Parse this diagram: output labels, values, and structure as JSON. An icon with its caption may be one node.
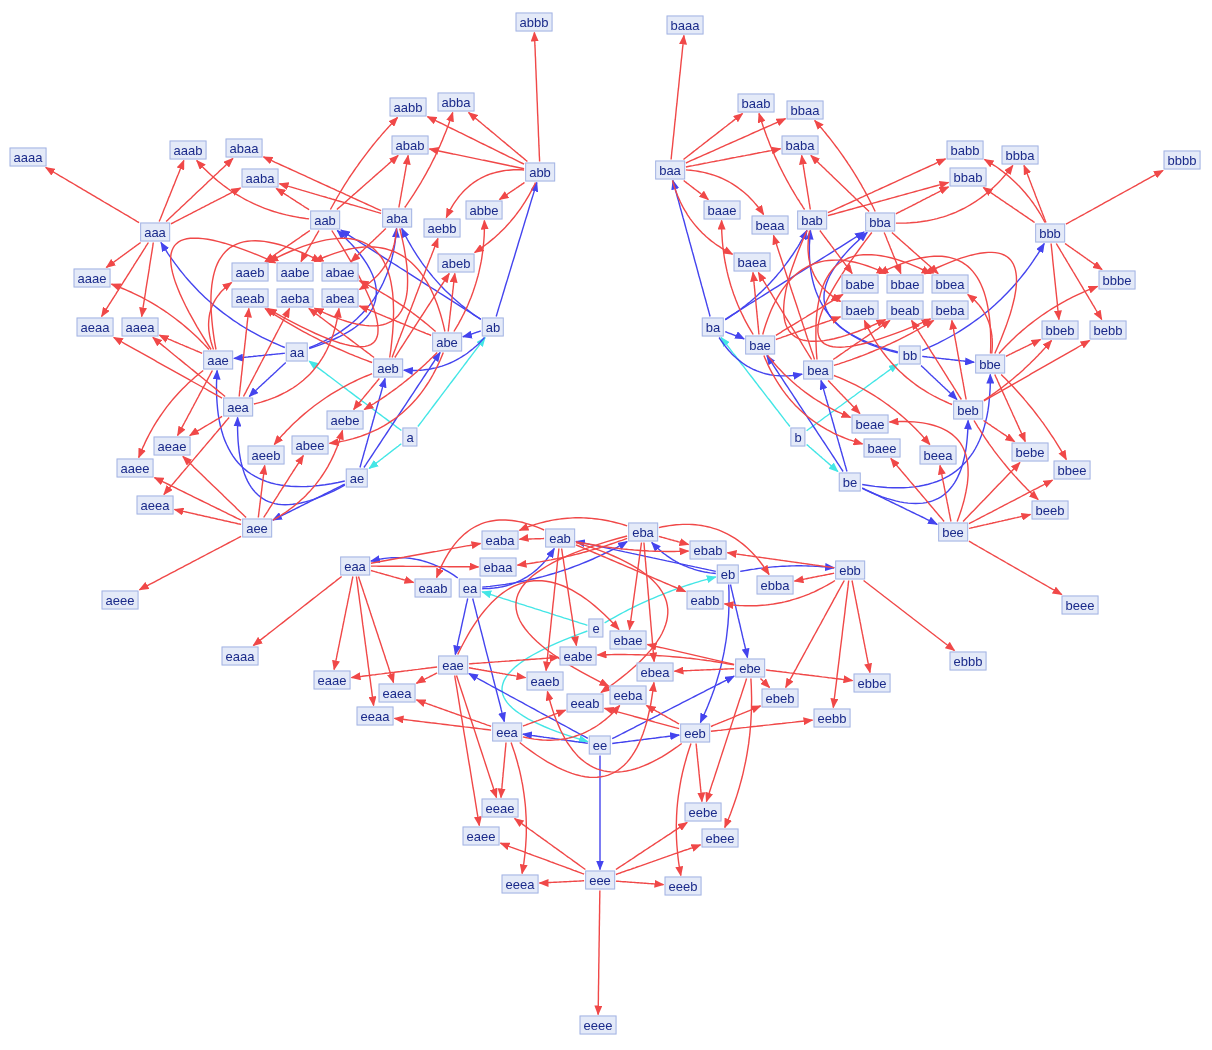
{
  "diagram": {
    "nodes": [
      {
        "text": [
          "a"
        ]
      },
      {
        "text": [
          "b"
        ]
      },
      {
        "text": [
          "e"
        ]
      },
      {
        "text": [
          "aa"
        ]
      },
      {
        "text": [
          "ab"
        ]
      },
      {
        "text": [
          "ae"
        ]
      },
      {
        "text": [
          "ba"
        ]
      },
      {
        "text": [
          "bb"
        ]
      },
      {
        "text": [
          "be"
        ]
      },
      {
        "text": [
          "ea"
        ]
      },
      {
        "text": [
          "eb"
        ]
      },
      {
        "text": [
          "ee"
        ]
      },
      {
        "text": [
          "aaa"
        ]
      },
      {
        "text": [
          "aab"
        ]
      },
      {
        "text": [
          "aae"
        ]
      },
      {
        "text": [
          "aba"
        ]
      },
      {
        "text": [
          "abb"
        ]
      },
      {
        "text": [
          "abe"
        ]
      },
      {
        "text": [
          "aea"
        ]
      },
      {
        "text": [
          "aeb"
        ]
      },
      {
        "text": [
          "aee"
        ]
      },
      {
        "text": [
          "baa"
        ]
      },
      {
        "text": [
          "bab"
        ]
      },
      {
        "text": [
          "bae"
        ]
      },
      {
        "text": [
          "bba"
        ]
      },
      {
        "text": [
          "bbb"
        ]
      },
      {
        "text": [
          "bbe"
        ]
      },
      {
        "text": [
          "bea"
        ]
      },
      {
        "text": [
          "beb"
        ]
      },
      {
        "text": [
          "bee"
        ]
      },
      {
        "text": [
          "eaa"
        ]
      },
      {
        "text": [
          "eab"
        ]
      },
      {
        "text": [
          "eae"
        ]
      },
      {
        "text": [
          "eba"
        ]
      },
      {
        "text": [
          "ebb"
        ]
      },
      {
        "text": [
          "ebe"
        ]
      },
      {
        "text": [
          "eea"
        ]
      },
      {
        "text": [
          "eeb"
        ]
      },
      {
        "text": [
          "eee"
        ]
      },
      {
        "text": [
          "aaaa"
        ]
      },
      {
        "text": [
          "aaab"
        ]
      },
      {
        "text": [
          "aaae"
        ]
      },
      {
        "text": [
          "aaba"
        ]
      },
      {
        "text": [
          "aabb"
        ]
      },
      {
        "text": [
          "aabe"
        ]
      },
      {
        "text": [
          "aaea"
        ]
      },
      {
        "text": [
          "aaeb"
        ]
      },
      {
        "text": [
          "aaee"
        ]
      },
      {
        "text": [
          "abaa"
        ]
      },
      {
        "text": [
          "abab"
        ]
      },
      {
        "text": [
          "abae"
        ]
      },
      {
        "text": [
          "abba"
        ]
      },
      {
        "text": [
          "abbb"
        ]
      },
      {
        "text": [
          "abbe"
        ]
      },
      {
        "text": [
          "abea"
        ]
      },
      {
        "text": [
          "abeb"
        ]
      },
      {
        "text": [
          "abee"
        ]
      },
      {
        "text": [
          "aeaa"
        ]
      },
      {
        "text": [
          "aeab"
        ]
      },
      {
        "text": [
          "aeae"
        ]
      },
      {
        "text": [
          "aeba"
        ]
      },
      {
        "text": [
          "aebb"
        ]
      },
      {
        "text": [
          "aebe"
        ]
      },
      {
        "text": [
          "aeea"
        ]
      },
      {
        "text": [
          "aeeb"
        ]
      },
      {
        "text": [
          "aeee"
        ]
      },
      {
        "text": [
          "baaa"
        ]
      },
      {
        "text": [
          "baab"
        ]
      },
      {
        "text": [
          "baae"
        ]
      },
      {
        "text": [
          "baba"
        ]
      },
      {
        "text": [
          "babb"
        ]
      },
      {
        "text": [
          "babe"
        ]
      },
      {
        "text": [
          "baea"
        ]
      },
      {
        "text": [
          "baeb"
        ]
      },
      {
        "text": [
          "baee"
        ]
      },
      {
        "text": [
          "bbaa"
        ]
      },
      {
        "text": [
          "bbab"
        ]
      },
      {
        "text": [
          "bbae"
        ]
      },
      {
        "text": [
          "bbba"
        ]
      },
      {
        "text": [
          "bbbb"
        ]
      },
      {
        "text": [
          "bbbe"
        ]
      },
      {
        "text": [
          "bbea"
        ]
      },
      {
        "text": [
          "bbeb"
        ]
      },
      {
        "text": [
          "bbee"
        ]
      },
      {
        "text": [
          "beaa"
        ]
      },
      {
        "text": [
          "beab"
        ]
      },
      {
        "text": [
          "beae"
        ]
      },
      {
        "text": [
          "beba"
        ]
      },
      {
        "text": [
          "bebb"
        ]
      },
      {
        "text": [
          "bebe"
        ]
      },
      {
        "text": [
          "beea"
        ]
      },
      {
        "text": [
          "beeb"
        ]
      },
      {
        "text": [
          "beee"
        ]
      },
      {
        "text": [
          "eaaa"
        ]
      },
      {
        "text": [
          "eaab"
        ]
      },
      {
        "text": [
          "eaae"
        ]
      },
      {
        "text": [
          "eaba"
        ]
      },
      {
        "text": [
          "eabb"
        ]
      },
      {
        "text": [
          "eabe"
        ]
      },
      {
        "text": [
          "eaea"
        ]
      },
      {
        "text": [
          "eaeb"
        ]
      },
      {
        "text": [
          "eaee"
        ]
      },
      {
        "text": [
          "ebaa"
        ]
      },
      {
        "text": [
          "ebab"
        ]
      },
      {
        "text": [
          "ebae"
        ]
      },
      {
        "text": [
          "ebba"
        ]
      },
      {
        "text": [
          "ebbb"
        ]
      },
      {
        "text": [
          "ebbe"
        ]
      },
      {
        "text": [
          "ebea"
        ]
      },
      {
        "text": [
          "ebeb"
        ]
      },
      {
        "text": [
          "ebee"
        ]
      },
      {
        "text": [
          "eeaa"
        ]
      },
      {
        "text": [
          "eeab"
        ]
      },
      {
        "text": [
          "eeae"
        ]
      },
      {
        "text": [
          "eeba"
        ]
      },
      {
        "text": [
          "eebb"
        ]
      },
      {
        "text": [
          "eebe"
        ]
      },
      {
        "text": [
          "eeea"
        ]
      },
      {
        "text": [
          "eeeb"
        ]
      },
      {
        "text": [
          "eeee"
        ]
      }
    ],
    "edges": [
      {
        "from": 0,
        "to": 3,
        "arrow": "to",
        "color": "#44e6e6"
      },
      {
        "from": 0,
        "to": 4,
        "arrow": "to",
        "color": "#44e6e6"
      },
      {
        "from": 0,
        "to": 5,
        "arrow": "to",
        "color": "#44e6e6"
      },
      {
        "from": 1,
        "to": 6,
        "arrow": "to",
        "color": "#44e6e6"
      },
      {
        "from": 1,
        "to": 7,
        "arrow": "to",
        "color": "#44e6e6"
      },
      {
        "from": 1,
        "to": 8,
        "arrow": "to",
        "color": "#44e6e6"
      },
      {
        "from": 2,
        "to": 9,
        "arrow": "to",
        "color": "#44e6e6"
      },
      {
        "from": 2,
        "to": 10,
        "arrow": "to",
        "color": "#44e6e6"
      },
      {
        "from": 2,
        "to": 11,
        "arrow": "to",
        "color": "#44e6e6"
      },
      {
        "from": 3,
        "to": 12,
        "arrow": "to",
        "color": "#4444ee"
      },
      {
        "from": 3,
        "to": 15,
        "arrow": "to",
        "color": "#4444ee"
      },
      {
        "from": 3,
        "to": 18,
        "arrow": "to",
        "color": "#4444ee"
      },
      {
        "from": 3,
        "to": 13,
        "arrow": "to",
        "color": "#4444ee"
      },
      {
        "from": 3,
        "to": 14,
        "arrow": "to",
        "color": "#4444ee"
      },
      {
        "from": 4,
        "to": 13,
        "arrow": "to",
        "color": "#4444ee"
      },
      {
        "from": 4,
        "to": 16,
        "arrow": "to",
        "color": "#4444ee"
      },
      {
        "from": 4,
        "to": 19,
        "arrow": "to",
        "color": "#4444ee"
      },
      {
        "from": 4,
        "to": 15,
        "arrow": "to",
        "color": "#4444ee"
      },
      {
        "from": 4,
        "to": 17,
        "arrow": "to",
        "color": "#4444ee"
      },
      {
        "from": 5,
        "to": 14,
        "arrow": "to",
        "color": "#4444ee"
      },
      {
        "from": 5,
        "to": 17,
        "arrow": "to",
        "color": "#4444ee"
      },
      {
        "from": 5,
        "to": 20,
        "arrow": "to",
        "color": "#4444ee"
      },
      {
        "from": 5,
        "to": 18,
        "arrow": "to",
        "color": "#4444ee"
      },
      {
        "from": 5,
        "to": 19,
        "arrow": "to",
        "color": "#4444ee"
      },
      {
        "from": 6,
        "to": 21,
        "arrow": "to",
        "color": "#4444ee"
      },
      {
        "from": 6,
        "to": 24,
        "arrow": "to",
        "color": "#4444ee"
      },
      {
        "from": 6,
        "to": 27,
        "arrow": "to",
        "color": "#4444ee"
      },
      {
        "from": 6,
        "to": 22,
        "arrow": "to",
        "color": "#4444ee"
      },
      {
        "from": 6,
        "to": 23,
        "arrow": "to",
        "color": "#4444ee"
      },
      {
        "from": 7,
        "to": 22,
        "arrow": "to",
        "color": "#4444ee"
      },
      {
        "from": 7,
        "to": 25,
        "arrow": "to",
        "color": "#4444ee"
      },
      {
        "from": 7,
        "to": 28,
        "arrow": "to",
        "color": "#4444ee"
      },
      {
        "from": 7,
        "to": 24,
        "arrow": "to",
        "color": "#4444ee"
      },
      {
        "from": 7,
        "to": 26,
        "arrow": "to",
        "color": "#4444ee"
      },
      {
        "from": 8,
        "to": 23,
        "arrow": "to",
        "color": "#4444ee"
      },
      {
        "from": 8,
        "to": 26,
        "arrow": "to",
        "color": "#4444ee"
      },
      {
        "from": 8,
        "to": 29,
        "arrow": "to",
        "color": "#4444ee"
      },
      {
        "from": 8,
        "to": 27,
        "arrow": "to",
        "color": "#4444ee"
      },
      {
        "from": 8,
        "to": 28,
        "arrow": "to",
        "color": "#4444ee"
      },
      {
        "from": 9,
        "to": 30,
        "arrow": "to",
        "color": "#4444ee"
      },
      {
        "from": 9,
        "to": 33,
        "arrow": "to",
        "color": "#4444ee"
      },
      {
        "from": 9,
        "to": 36,
        "arrow": "to",
        "color": "#4444ee"
      },
      {
        "from": 9,
        "to": 31,
        "arrow": "to",
        "color": "#4444ee"
      },
      {
        "from": 9,
        "to": 32,
        "arrow": "to",
        "color": "#4444ee"
      },
      {
        "from": 10,
        "to": 31,
        "arrow": "to",
        "color": "#4444ee"
      },
      {
        "from": 10,
        "to": 34,
        "arrow": "to",
        "color": "#4444ee"
      },
      {
        "from": 10,
        "to": 37,
        "arrow": "to",
        "color": "#4444ee"
      },
      {
        "from": 10,
        "to": 33,
        "arrow": "to",
        "color": "#4444ee"
      },
      {
        "from": 10,
        "to": 35,
        "arrow": "to",
        "color": "#4444ee"
      },
      {
        "from": 11,
        "to": 32,
        "arrow": "to",
        "color": "#4444ee"
      },
      {
        "from": 11,
        "to": 35,
        "arrow": "to",
        "color": "#4444ee"
      },
      {
        "from": 11,
        "to": 38,
        "arrow": "to",
        "color": "#4444ee"
      },
      {
        "from": 11,
        "to": 36,
        "arrow": "to",
        "color": "#4444ee"
      },
      {
        "from": 11,
        "to": 37,
        "arrow": "to",
        "color": "#4444ee"
      },
      {
        "from": 12,
        "to": 39,
        "arrow": "to"
      },
      {
        "from": 12,
        "to": 48,
        "arrow": "to"
      },
      {
        "from": 12,
        "to": 57,
        "arrow": "to"
      },
      {
        "from": 12,
        "to": 42,
        "arrow": "to"
      },
      {
        "from": 12,
        "to": 45,
        "arrow": "to"
      },
      {
        "from": 12,
        "to": 40,
        "arrow": "to"
      },
      {
        "from": 12,
        "to": 41,
        "arrow": "to"
      },
      {
        "from": 13,
        "to": 40,
        "arrow": "to"
      },
      {
        "from": 13,
        "to": 49,
        "arrow": "to"
      },
      {
        "from": 13,
        "to": 58,
        "arrow": "to"
      },
      {
        "from": 13,
        "to": 43,
        "arrow": "to"
      },
      {
        "from": 13,
        "to": 46,
        "arrow": "to"
      },
      {
        "from": 13,
        "to": 42,
        "arrow": "to"
      },
      {
        "from": 13,
        "to": 44,
        "arrow": "to"
      },
      {
        "from": 14,
        "to": 41,
        "arrow": "to"
      },
      {
        "from": 14,
        "to": 50,
        "arrow": "to"
      },
      {
        "from": 14,
        "to": 59,
        "arrow": "to"
      },
      {
        "from": 14,
        "to": 44,
        "arrow": "to"
      },
      {
        "from": 14,
        "to": 47,
        "arrow": "to"
      },
      {
        "from": 14,
        "to": 45,
        "arrow": "to"
      },
      {
        "from": 14,
        "to": 46,
        "arrow": "to"
      },
      {
        "from": 15,
        "to": 42,
        "arrow": "to"
      },
      {
        "from": 15,
        "to": 51,
        "arrow": "to"
      },
      {
        "from": 15,
        "to": 60,
        "arrow": "to"
      },
      {
        "from": 15,
        "to": 48,
        "arrow": "to"
      },
      {
        "from": 15,
        "to": 54,
        "arrow": "to"
      },
      {
        "from": 15,
        "to": 49,
        "arrow": "to"
      },
      {
        "from": 15,
        "to": 50,
        "arrow": "to"
      },
      {
        "from": 16,
        "to": 43,
        "arrow": "to"
      },
      {
        "from": 16,
        "to": 52,
        "arrow": "to"
      },
      {
        "from": 16,
        "to": 61,
        "arrow": "to"
      },
      {
        "from": 16,
        "to": 49,
        "arrow": "to"
      },
      {
        "from": 16,
        "to": 55,
        "arrow": "to"
      },
      {
        "from": 16,
        "to": 51,
        "arrow": "to"
      },
      {
        "from": 16,
        "to": 53,
        "arrow": "to"
      },
      {
        "from": 17,
        "to": 44,
        "arrow": "to"
      },
      {
        "from": 17,
        "to": 53,
        "arrow": "to"
      },
      {
        "from": 17,
        "to": 62,
        "arrow": "to"
      },
      {
        "from": 17,
        "to": 50,
        "arrow": "to"
      },
      {
        "from": 17,
        "to": 56,
        "arrow": "to"
      },
      {
        "from": 17,
        "to": 54,
        "arrow": "to"
      },
      {
        "from": 17,
        "to": 55,
        "arrow": "to"
      },
      {
        "from": 18,
        "to": 45,
        "arrow": "to"
      },
      {
        "from": 18,
        "to": 54,
        "arrow": "to"
      },
      {
        "from": 18,
        "to": 63,
        "arrow": "to"
      },
      {
        "from": 18,
        "to": 57,
        "arrow": "to"
      },
      {
        "from": 18,
        "to": 60,
        "arrow": "to"
      },
      {
        "from": 18,
        "to": 58,
        "arrow": "to"
      },
      {
        "from": 18,
        "to": 59,
        "arrow": "to"
      },
      {
        "from": 19,
        "to": 46,
        "arrow": "to"
      },
      {
        "from": 19,
        "to": 55,
        "arrow": "to"
      },
      {
        "from": 19,
        "to": 64,
        "arrow": "to"
      },
      {
        "from": 19,
        "to": 58,
        "arrow": "to"
      },
      {
        "from": 19,
        "to": 61,
        "arrow": "to"
      },
      {
        "from": 19,
        "to": 60,
        "arrow": "to"
      },
      {
        "from": 19,
        "to": 62,
        "arrow": "to"
      },
      {
        "from": 20,
        "to": 47,
        "arrow": "to"
      },
      {
        "from": 20,
        "to": 56,
        "arrow": "to"
      },
      {
        "from": 20,
        "to": 65,
        "arrow": "to"
      },
      {
        "from": 20,
        "to": 59,
        "arrow": "to"
      },
      {
        "from": 20,
        "to": 62,
        "arrow": "to"
      },
      {
        "from": 20,
        "to": 63,
        "arrow": "to"
      },
      {
        "from": 20,
        "to": 64,
        "arrow": "to"
      },
      {
        "from": 21,
        "to": 66,
        "arrow": "to"
      },
      {
        "from": 21,
        "to": 75,
        "arrow": "to"
      },
      {
        "from": 21,
        "to": 84,
        "arrow": "to"
      },
      {
        "from": 21,
        "to": 69,
        "arrow": "to"
      },
      {
        "from": 21,
        "to": 72,
        "arrow": "to"
      },
      {
        "from": 21,
        "to": 67,
        "arrow": "to"
      },
      {
        "from": 21,
        "to": 68,
        "arrow": "to"
      },
      {
        "from": 22,
        "to": 67,
        "arrow": "to"
      },
      {
        "from": 22,
        "to": 76,
        "arrow": "to"
      },
      {
        "from": 22,
        "to": 85,
        "arrow": "to"
      },
      {
        "from": 22,
        "to": 70,
        "arrow": "to"
      },
      {
        "from": 22,
        "to": 73,
        "arrow": "to"
      },
      {
        "from": 22,
        "to": 69,
        "arrow": "to"
      },
      {
        "from": 22,
        "to": 71,
        "arrow": "to"
      },
      {
        "from": 23,
        "to": 68,
        "arrow": "to"
      },
      {
        "from": 23,
        "to": 77,
        "arrow": "to"
      },
      {
        "from": 23,
        "to": 86,
        "arrow": "to"
      },
      {
        "from": 23,
        "to": 71,
        "arrow": "to"
      },
      {
        "from": 23,
        "to": 74,
        "arrow": "to"
      },
      {
        "from": 23,
        "to": 72,
        "arrow": "to"
      },
      {
        "from": 23,
        "to": 73,
        "arrow": "to"
      },
      {
        "from": 24,
        "to": 69,
        "arrow": "to"
      },
      {
        "from": 24,
        "to": 78,
        "arrow": "to"
      },
      {
        "from": 24,
        "to": 87,
        "arrow": "to"
      },
      {
        "from": 24,
        "to": 75,
        "arrow": "to"
      },
      {
        "from": 24,
        "to": 81,
        "arrow": "to"
      },
      {
        "from": 24,
        "to": 76,
        "arrow": "to"
      },
      {
        "from": 24,
        "to": 77,
        "arrow": "to"
      },
      {
        "from": 25,
        "to": 70,
        "arrow": "to"
      },
      {
        "from": 25,
        "to": 79,
        "arrow": "to"
      },
      {
        "from": 25,
        "to": 88,
        "arrow": "to"
      },
      {
        "from": 25,
        "to": 76,
        "arrow": "to"
      },
      {
        "from": 25,
        "to": 82,
        "arrow": "to"
      },
      {
        "from": 25,
        "to": 78,
        "arrow": "to"
      },
      {
        "from": 25,
        "to": 80,
        "arrow": "to"
      },
      {
        "from": 26,
        "to": 71,
        "arrow": "to"
      },
      {
        "from": 26,
        "to": 80,
        "arrow": "to"
      },
      {
        "from": 26,
        "to": 89,
        "arrow": "to"
      },
      {
        "from": 26,
        "to": 77,
        "arrow": "to"
      },
      {
        "from": 26,
        "to": 83,
        "arrow": "to"
      },
      {
        "from": 26,
        "to": 81,
        "arrow": "to"
      },
      {
        "from": 26,
        "to": 82,
        "arrow": "to"
      },
      {
        "from": 27,
        "to": 72,
        "arrow": "to"
      },
      {
        "from": 27,
        "to": 81,
        "arrow": "to"
      },
      {
        "from": 27,
        "to": 90,
        "arrow": "to"
      },
      {
        "from": 27,
        "to": 84,
        "arrow": "to"
      },
      {
        "from": 27,
        "to": 87,
        "arrow": "to"
      },
      {
        "from": 27,
        "to": 85,
        "arrow": "to"
      },
      {
        "from": 27,
        "to": 86,
        "arrow": "to"
      },
      {
        "from": 28,
        "to": 73,
        "arrow": "to"
      },
      {
        "from": 28,
        "to": 82,
        "arrow": "to"
      },
      {
        "from": 28,
        "to": 91,
        "arrow": "to"
      },
      {
        "from": 28,
        "to": 85,
        "arrow": "to"
      },
      {
        "from": 28,
        "to": 88,
        "arrow": "to"
      },
      {
        "from": 28,
        "to": 87,
        "arrow": "to"
      },
      {
        "from": 28,
        "to": 89,
        "arrow": "to"
      },
      {
        "from": 29,
        "to": 74,
        "arrow": "to"
      },
      {
        "from": 29,
        "to": 83,
        "arrow": "to"
      },
      {
        "from": 29,
        "to": 92,
        "arrow": "to"
      },
      {
        "from": 29,
        "to": 86,
        "arrow": "to"
      },
      {
        "from": 29,
        "to": 89,
        "arrow": "to"
      },
      {
        "from": 29,
        "to": 90,
        "arrow": "to"
      },
      {
        "from": 29,
        "to": 91,
        "arrow": "to"
      },
      {
        "from": 30,
        "to": 93,
        "arrow": "to"
      },
      {
        "from": 30,
        "to": 102,
        "arrow": "to"
      },
      {
        "from": 30,
        "to": 111,
        "arrow": "to"
      },
      {
        "from": 30,
        "to": 96,
        "arrow": "to"
      },
      {
        "from": 30,
        "to": 99,
        "arrow": "to"
      },
      {
        "from": 30,
        "to": 94,
        "arrow": "to"
      },
      {
        "from": 30,
        "to": 95,
        "arrow": "to"
      },
      {
        "from": 31,
        "to": 94,
        "arrow": "to"
      },
      {
        "from": 31,
        "to": 103,
        "arrow": "to"
      },
      {
        "from": 31,
        "to": 112,
        "arrow": "to"
      },
      {
        "from": 31,
        "to": 97,
        "arrow": "to"
      },
      {
        "from": 31,
        "to": 100,
        "arrow": "to"
      },
      {
        "from": 31,
        "to": 96,
        "arrow": "to"
      },
      {
        "from": 31,
        "to": 98,
        "arrow": "to"
      },
      {
        "from": 32,
        "to": 95,
        "arrow": "to"
      },
      {
        "from": 32,
        "to": 104,
        "arrow": "to"
      },
      {
        "from": 32,
        "to": 113,
        "arrow": "to"
      },
      {
        "from": 32,
        "to": 98,
        "arrow": "to"
      },
      {
        "from": 32,
        "to": 101,
        "arrow": "to"
      },
      {
        "from": 32,
        "to": 99,
        "arrow": "to"
      },
      {
        "from": 32,
        "to": 100,
        "arrow": "to"
      },
      {
        "from": 33,
        "to": 96,
        "arrow": "to"
      },
      {
        "from": 33,
        "to": 105,
        "arrow": "to"
      },
      {
        "from": 33,
        "to": 114,
        "arrow": "to"
      },
      {
        "from": 33,
        "to": 102,
        "arrow": "to"
      },
      {
        "from": 33,
        "to": 108,
        "arrow": "to"
      },
      {
        "from": 33,
        "to": 103,
        "arrow": "to"
      },
      {
        "from": 33,
        "to": 104,
        "arrow": "to"
      },
      {
        "from": 34,
        "to": 97,
        "arrow": "to"
      },
      {
        "from": 34,
        "to": 106,
        "arrow": "to"
      },
      {
        "from": 34,
        "to": 115,
        "arrow": "to"
      },
      {
        "from": 34,
        "to": 103,
        "arrow": "to"
      },
      {
        "from": 34,
        "to": 109,
        "arrow": "to"
      },
      {
        "from": 34,
        "to": 105,
        "arrow": "to"
      },
      {
        "from": 34,
        "to": 107,
        "arrow": "to"
      },
      {
        "from": 35,
        "to": 98,
        "arrow": "to"
      },
      {
        "from": 35,
        "to": 107,
        "arrow": "to"
      },
      {
        "from": 35,
        "to": 116,
        "arrow": "to"
      },
      {
        "from": 35,
        "to": 104,
        "arrow": "to"
      },
      {
        "from": 35,
        "to": 110,
        "arrow": "to"
      },
      {
        "from": 35,
        "to": 108,
        "arrow": "to"
      },
      {
        "from": 35,
        "to": 109,
        "arrow": "to"
      },
      {
        "from": 36,
        "to": 99,
        "arrow": "to"
      },
      {
        "from": 36,
        "to": 108,
        "arrow": "to"
      },
      {
        "from": 36,
        "to": 117,
        "arrow": "to"
      },
      {
        "from": 36,
        "to": 111,
        "arrow": "to"
      },
      {
        "from": 36,
        "to": 114,
        "arrow": "to"
      },
      {
        "from": 36,
        "to": 112,
        "arrow": "to"
      },
      {
        "from": 36,
        "to": 113,
        "arrow": "to"
      },
      {
        "from": 37,
        "to": 100,
        "arrow": "to"
      },
      {
        "from": 37,
        "to": 109,
        "arrow": "to"
      },
      {
        "from": 37,
        "to": 118,
        "arrow": "to"
      },
      {
        "from": 37,
        "to": 112,
        "arrow": "to"
      },
      {
        "from": 37,
        "to": 115,
        "arrow": "to"
      },
      {
        "from": 37,
        "to": 114,
        "arrow": "to"
      },
      {
        "from": 37,
        "to": 116,
        "arrow": "to"
      },
      {
        "from": 38,
        "to": 101,
        "arrow": "to"
      },
      {
        "from": 38,
        "to": 110,
        "arrow": "to"
      },
      {
        "from": 38,
        "to": 119,
        "arrow": "to"
      },
      {
        "from": 38,
        "to": 113,
        "arrow": "to"
      },
      {
        "from": 38,
        "to": 116,
        "arrow": "to"
      },
      {
        "from": 38,
        "to": 117,
        "arrow": "to"
      },
      {
        "from": 38,
        "to": 118,
        "arrow": "to"
      }
    ]
  }
}
